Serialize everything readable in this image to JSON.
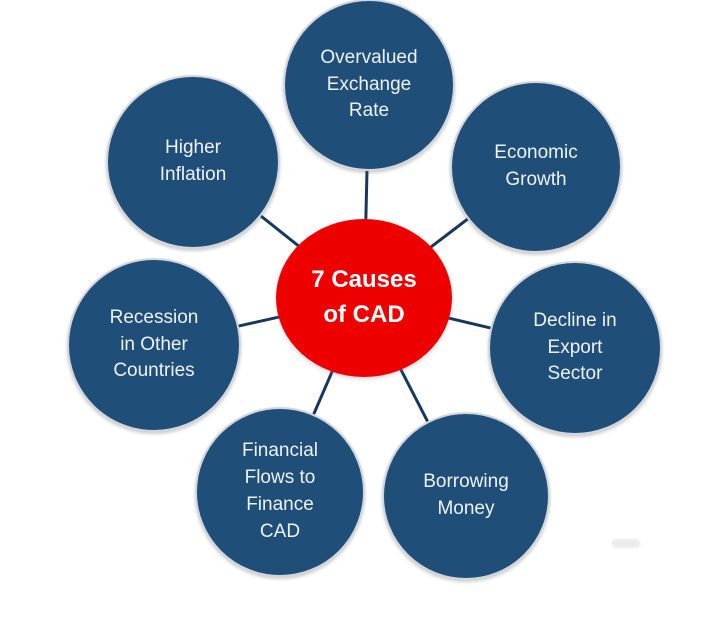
{
  "diagram": {
    "title": "7 Causes of CAD spider diagram",
    "background_color": "#FFFFFF",
    "node_fill_color": "#1F4E79",
    "node_text_color": "#EDF2F9",
    "hub_fill_color": "#EE0000",
    "hub_text_color": "#FFFFFF",
    "connector_color": "#17375E",
    "hub": {
      "label": "7 Causes\nof CAD"
    },
    "nodes": [
      {
        "id": "overvalued-exchange-rate",
        "label": "Overvalued\nExchange\nRate"
      },
      {
        "id": "higher-inflation",
        "label": "Higher\nInflation"
      },
      {
        "id": "economic-growth",
        "label": "Economic\nGrowth"
      },
      {
        "id": "recession-in-other-countries",
        "label": "Recession\nin Other\nCountries"
      },
      {
        "id": "decline-in-export-sector",
        "label": "Decline in\nExport\nSector"
      },
      {
        "id": "financial-flows-to-finance-cad",
        "label": "Financial\nFlows to\nFinance\nCAD"
      },
      {
        "id": "borrowing-money",
        "label": "Borrowing\nMoney"
      }
    ]
  }
}
